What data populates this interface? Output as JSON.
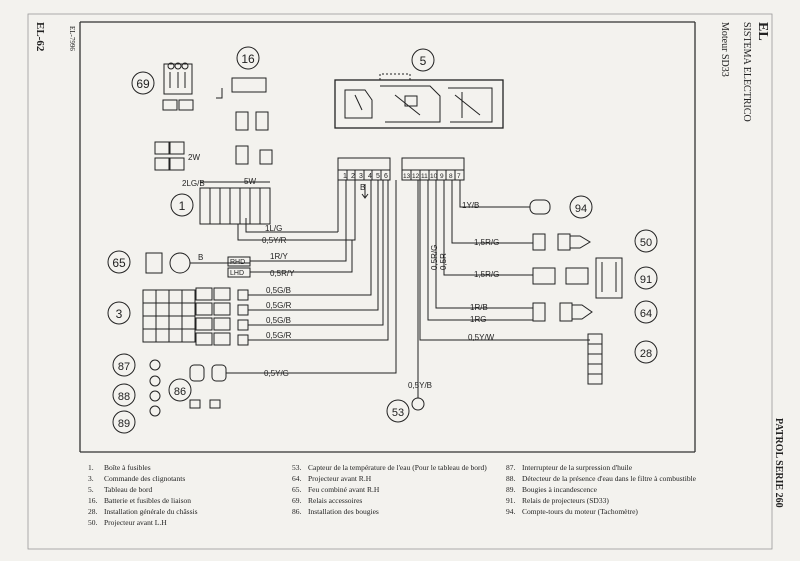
{
  "header": {
    "page_ref": "EL-62",
    "code": "EL-7996",
    "section": "EL",
    "system": "SISTEMA ELECTRICO",
    "engine": "Moteur SD33",
    "series": "PATROL SERIE 260"
  },
  "components": {
    "c1": "1",
    "c3": "3",
    "c5": "5",
    "c16": "16",
    "c28": "28",
    "c50": "50",
    "c53": "53",
    "c64": "64",
    "c65": "65",
    "c69": "69",
    "c86": "86",
    "c87": "87",
    "c88": "88",
    "c89": "89",
    "c91": "91",
    "c94": "94"
  },
  "connector_a": [
    "1",
    "2",
    "3",
    "4",
    "5",
    "6"
  ],
  "connector_b": [
    "13",
    "12",
    "11",
    "10",
    "9",
    "8",
    "7"
  ],
  "wires": {
    "w_2w": "2W",
    "w_2lgb": "2LG/B",
    "w_5w": "5W",
    "w_1lg": "1L/G",
    "w_05yr": "0,5Y/R",
    "w_1ry": "1R/Y",
    "w_05ry": "0,5R/Y",
    "w_05gb": "0,5G/B",
    "w_05gr1": "0,5G/R",
    "w_05gb2": "0,5G/B",
    "w_05gr2": "0,5G/R",
    "w_05yg": "0,5Y/G",
    "w_05yb": "0,5Y/B",
    "w_1yb": "1Y/B",
    "w_15rg1": "1,5R/G",
    "w_15rg2": "1,5R/G",
    "w_05rg": "0,5R/G",
    "w_05r": "0,5R",
    "w_1rb": "1R/B",
    "w_1rg": "1RG",
    "w_05yw": "0,5Y/W",
    "b_mark": "B",
    "rhd": "RHD",
    "lhd": "LHD"
  },
  "legend_col1": [
    {
      "num": "1.",
      "text": "Boîte à fusibles"
    },
    {
      "num": "3.",
      "text": "Commande des clignotants"
    },
    {
      "num": "5.",
      "text": "Tableau de bord"
    },
    {
      "num": "16.",
      "text": "Batterie et fusibles de liaison"
    },
    {
      "num": "28.",
      "text": "Installation générale du châssis"
    },
    {
      "num": "50.",
      "text": "Projecteur avant L.H"
    }
  ],
  "legend_col2": [
    {
      "num": "53.",
      "text": "Capteur de la température de l'eau (Pour le tableau de bord)"
    },
    {
      "num": "64.",
      "text": "Projecteur avant R.H"
    },
    {
      "num": "65.",
      "text": "Feu combiné avant R.H"
    },
    {
      "num": "69.",
      "text": "Relais accessoires"
    },
    {
      "num": "86.",
      "text": "Installation des bougies"
    }
  ],
  "legend_col3": [
    {
      "num": "87.",
      "text": "Interrupteur de la surpression d'huile"
    },
    {
      "num": "88.",
      "text": "Détecteur de la présence d'eau dans le filtre à combustible"
    },
    {
      "num": "89.",
      "text": "Bougies à incandescence"
    },
    {
      "num": "91.",
      "text": "Relais de projecteurs (SD33)"
    },
    {
      "num": "94.",
      "text": "Compte-tours du moteur (Tachomètre)"
    }
  ]
}
